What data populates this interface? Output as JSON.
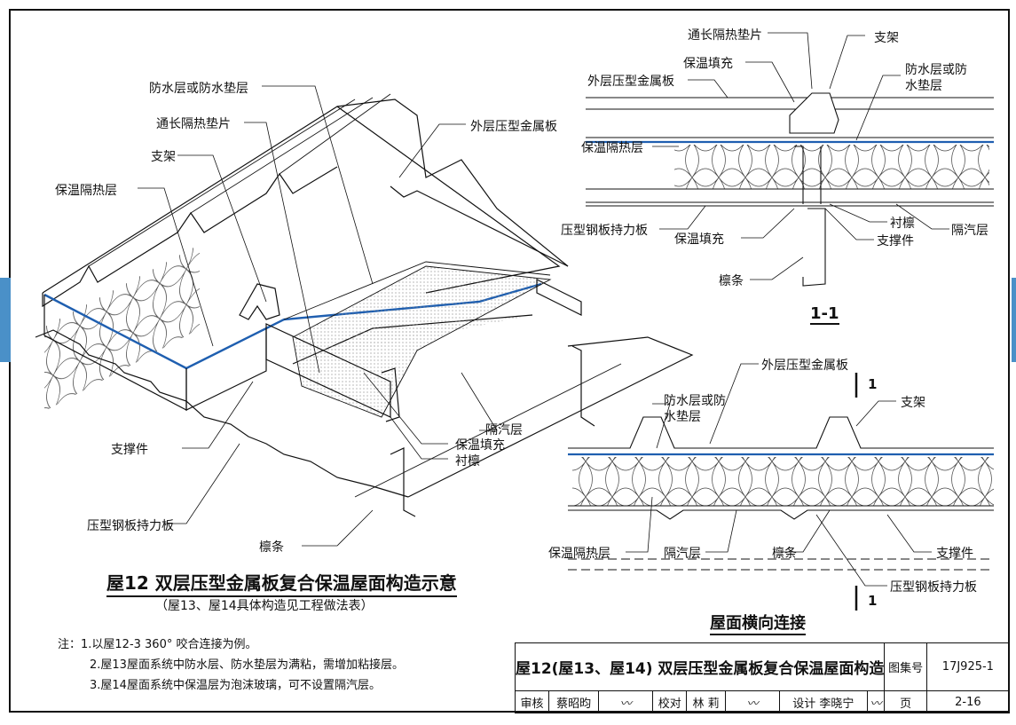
{
  "main": {
    "title": "屋12  双层压型金属板复合保温屋面构造示意",
    "subtitle": "（屋13、屋14具体构造见工程做法表）",
    "labels": {
      "waterproof": "防水层或防水垫层",
      "insul_pad": "通长隔热垫片",
      "outer_panel": "外层压型金属板",
      "bracket": "支架",
      "insulation": "保温隔热层",
      "vapor": "隔汽层",
      "fill": "保温填充",
      "liner": "衬檩",
      "support": "支撑件",
      "deck": "压型钢板持力板",
      "purlin": "檩条"
    }
  },
  "section11": {
    "title": "1-1",
    "labels": {
      "insul_pad": "通长隔热垫片",
      "bracket": "支架",
      "fill_top": "保温填充",
      "waterproof_1": "防水层或防",
      "waterproof_2": "水垫层",
      "outer_panel": "外层压型金属板",
      "insulation": "保温隔热层",
      "deck": "压型钢板持力板",
      "liner": "衬檩",
      "vapor": "隔汽层",
      "fill_bottom": "保温填充",
      "support": "支撑件",
      "purlin": "檩条"
    }
  },
  "transverse": {
    "title": "屋面横向连接",
    "marker": "1",
    "labels": {
      "outer_panel": "外层压型金属板",
      "waterproof_1": "防水层或防",
      "waterproof_2": "水垫层",
      "bracket": "支架",
      "insulation": "保温隔热层",
      "vapor": "隔汽层",
      "purlin": "檩条",
      "support": "支撑件",
      "deck": "压型钢板持力板"
    }
  },
  "notes": [
    "注：1.以屋12-3 360° 咬合连接为例。",
    "2.屋13屋面系统中防水层、防水垫层为满粘，需增加粘接层。",
    "3.屋14屋面系统中保温层为泡沫玻璃，可不设置隔汽层。"
  ],
  "titleblock": {
    "name": "屋12(屋13、屋14) 双层压型金属板复合保温屋面构造",
    "atlas_label": "图集号",
    "atlas_no": "17J925-1",
    "review_label": "审核",
    "reviewer": "蔡昭昀",
    "check_label": "校对",
    "checker": "林  莉",
    "design_label": "设计",
    "designer": "李晓宁",
    "page_label": "页",
    "page_no": "2-16"
  },
  "colors": {
    "membrane": "#1f5fb0",
    "tab": "#4a90c8"
  }
}
